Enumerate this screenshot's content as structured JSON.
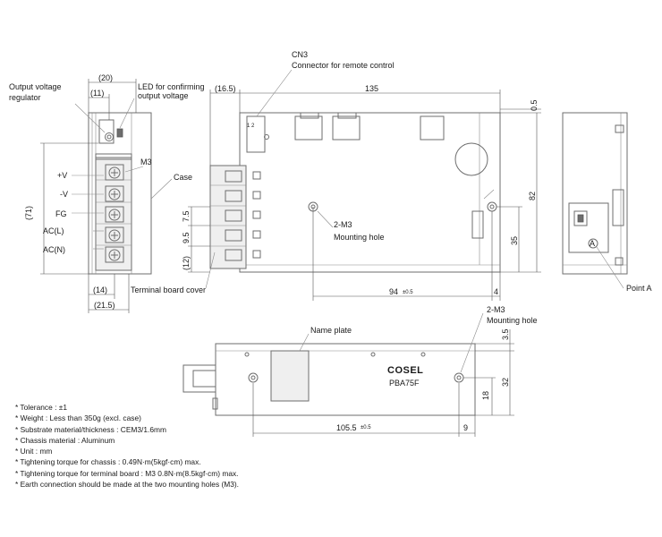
{
  "labels": {
    "output_voltage_regulator": [
      "Output voltage",
      "regulator"
    ],
    "led": [
      "LED for confirming",
      "output voltage"
    ],
    "m3": "M3",
    "case": "Case",
    "terminal_board_cover": "Terminal board cover",
    "cn3": [
      "CN3",
      "Connector for remote control"
    ],
    "mounting_hole": [
      "2-M3",
      "Mounting hole"
    ],
    "mounting_hole_bottom": [
      "2-M3",
      "Mounting hole"
    ],
    "point_a": "Point A",
    "point_a_mark": "A",
    "name_plate": "Name plate",
    "brand": "COSEL",
    "model": "PBA75F",
    "cn_pins": "1 2"
  },
  "terminals": [
    "+V",
    "-V",
    "FG",
    "AC(L)",
    "AC(N)"
  ],
  "dimensions": {
    "d20": "(20)",
    "d11": "(11)",
    "d71": "(71)",
    "d14": "(14)",
    "d21_5": "(21.5)",
    "d16_5": "(16.5)",
    "d135": "135",
    "d0_5a": "0.5",
    "d82": "82",
    "d35": "35",
    "d7_5": "7.5",
    "d9_5": "9.5",
    "d12": "(12)",
    "d94": "94",
    "tol94": "±0.5",
    "d4": "4",
    "d3_5": "3.5",
    "d32": "32",
    "d18": "18",
    "d105_5": "105.5",
    "tol105": "±0.5",
    "d9": "9"
  },
  "notes": [
    "* Tolerance : ±1",
    "* Weight : Less than 350g (excl. case)",
    "* Substrate material/thickness : CEM3/1.6mm",
    "* Chassis material : Aluminum",
    "* Unit : mm",
    "* Tightening torque for chassis : 0.49N·m(5kgf·cm) max.",
    "* Tightening torque for terminal board : M3 0.8N·m(8.5kgf·cm) max.",
    "* Earth connection should be made at the two mounting holes (M3)."
  ]
}
